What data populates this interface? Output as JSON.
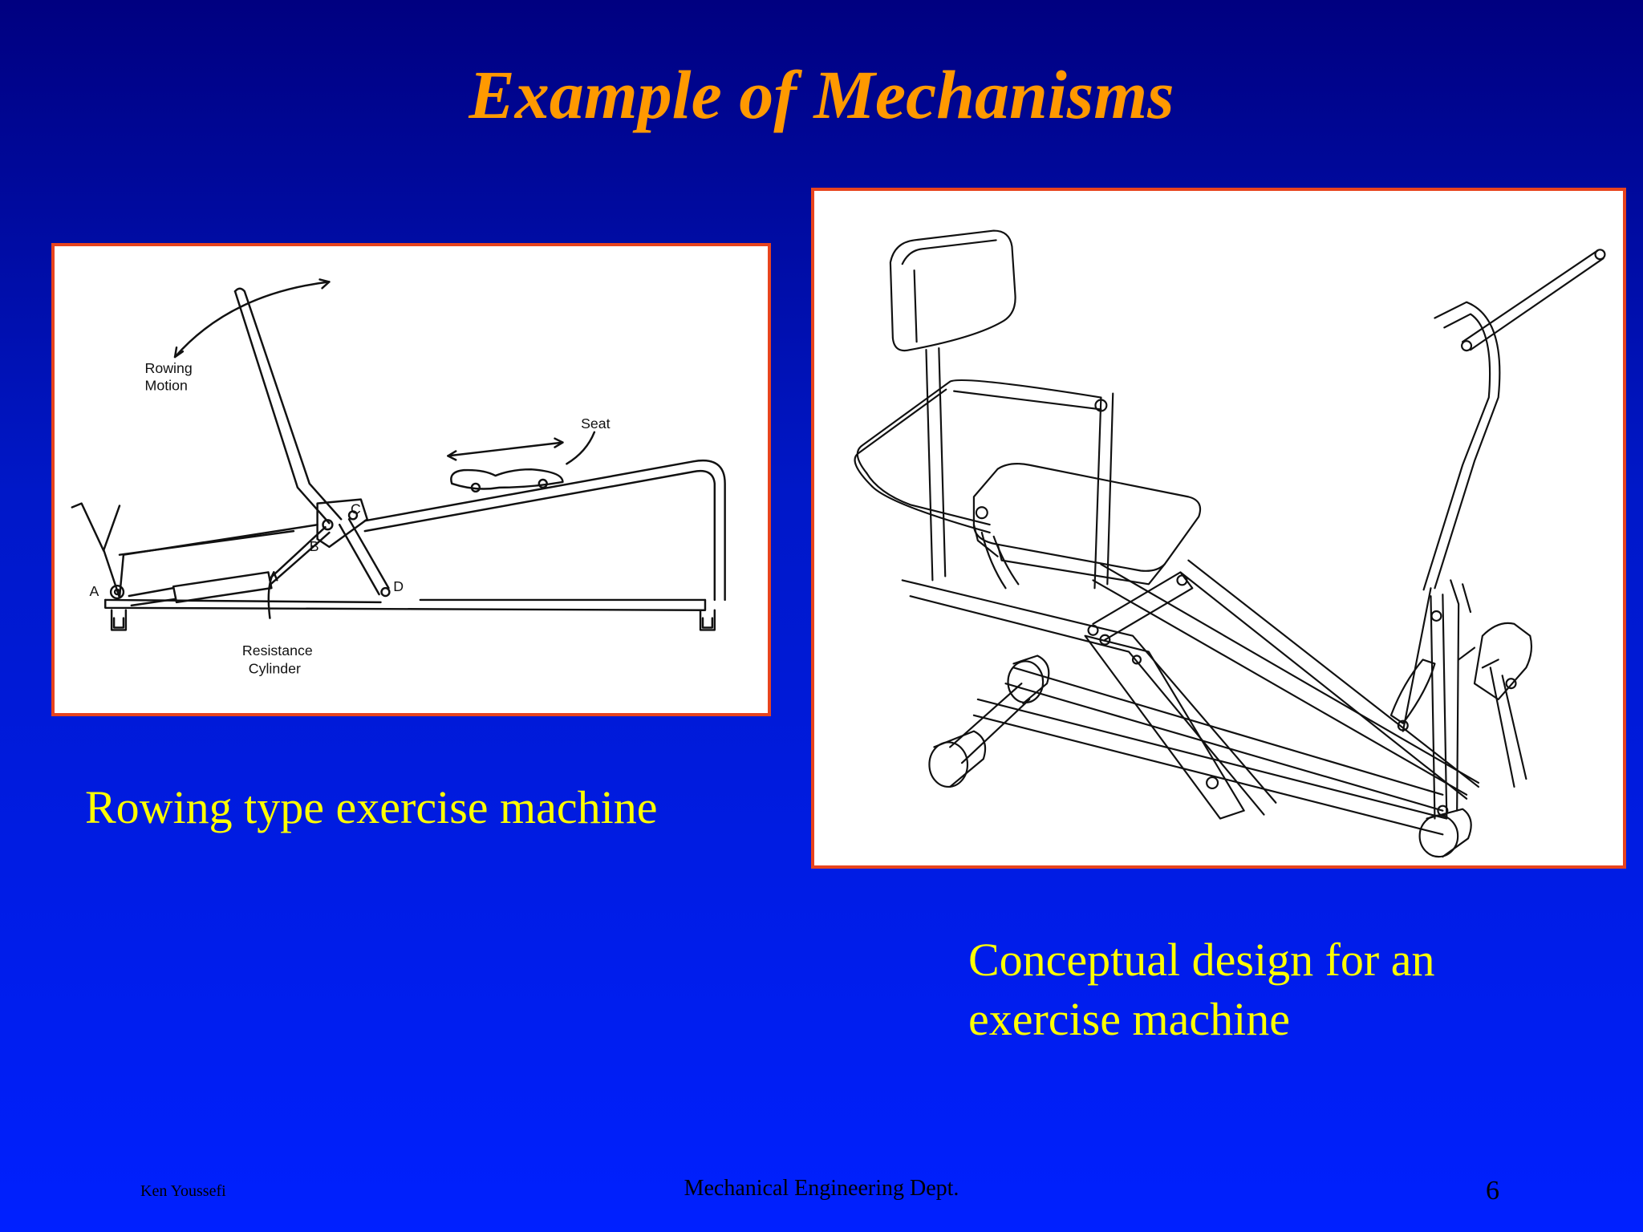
{
  "slide": {
    "title": "Example of Mechanisms",
    "page_number": "6"
  },
  "figure_left": {
    "labels": {
      "rowing_motion_line1": "Rowing",
      "rowing_motion_line2": "Motion",
      "seat": "Seat",
      "point_a": "A",
      "point_b": "B",
      "point_c": "C",
      "point_d": "D",
      "cylinder_line1": "Resistance",
      "cylinder_line2": "Cylinder"
    },
    "caption": "Rowing type exercise machine"
  },
  "figure_right": {
    "caption": "Conceptual design for an exercise machine"
  },
  "footer": {
    "author": "Ken Youssefi",
    "department": "Mechanical Engineering Dept."
  },
  "colors": {
    "title": "#FF9900",
    "caption": "#FFFF00",
    "frame_border": "#E8441E",
    "background_top": "#000080",
    "background_bottom": "#0020FF"
  }
}
